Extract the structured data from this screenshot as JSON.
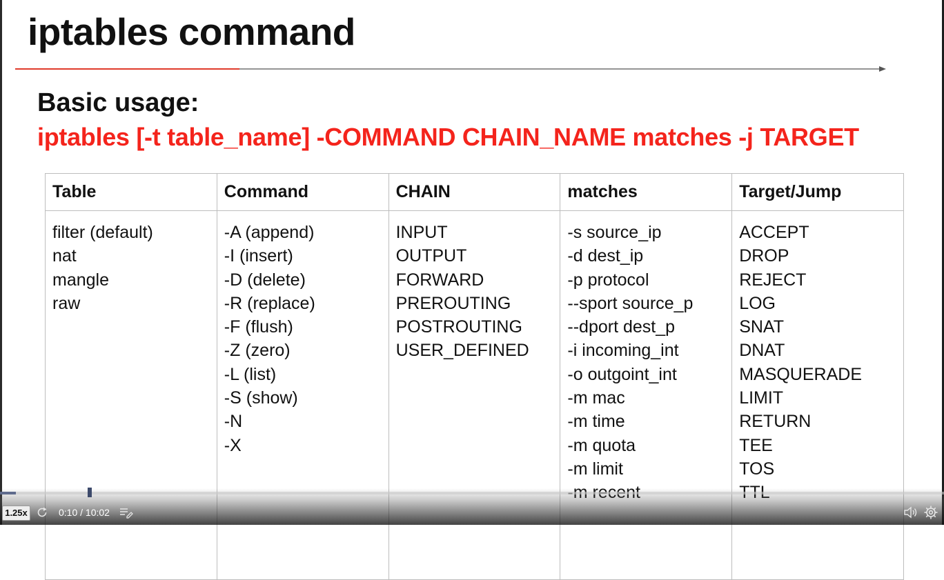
{
  "slide": {
    "title": "iptables command",
    "subtitle": "Basic usage:",
    "usage": "iptables [-t table_name] -COMMAND CHAIN_NAME matches -j TARGET",
    "table": {
      "headers": [
        "Table",
        "Command",
        "CHAIN",
        "matches",
        "Target/Jump"
      ],
      "columns": [
        [
          "filter (default)",
          "nat",
          "mangle",
          "raw"
        ],
        [
          "-A (append)",
          "-I (insert)",
          "-D (delete)",
          "-R (replace)",
          "-F (flush)",
          "-Z (zero)",
          "-L (list)",
          "-S (show)",
          "-N",
          "-X"
        ],
        [
          "INPUT",
          "OUTPUT",
          "FORWARD",
          "PREROUTING",
          "POSTROUTING",
          "USER_DEFINED"
        ],
        [
          "-s source_ip",
          "-d dest_ip",
          "-p  protocol",
          "--sport source_p",
          "--dport dest_p",
          "-i incoming_int",
          "-o outgoint_int",
          "-m mac",
          "-m time",
          "-m quota",
          "-m limit",
          "-m recent"
        ],
        [
          "ACCEPT",
          "DROP",
          "REJECT",
          "LOG",
          "SNAT",
          "DNAT",
          "MASQUERADE",
          "LIMIT",
          "RETURN",
          "TEE",
          "TOS",
          "TTL"
        ]
      ]
    }
  },
  "player": {
    "speed": "1.25x",
    "time": "0:10 / 10:02",
    "progress_fraction": 0.0166,
    "icons": {
      "replay": "replay-icon",
      "transcript": "transcript-icon",
      "volume": "volume-icon",
      "settings": "settings-gear-icon"
    }
  },
  "colors": {
    "usage_red": "#f4241c",
    "title_rule_red": "#e03a2a",
    "table_border": "#bdbdbd",
    "progress": "#5f6b8c"
  }
}
